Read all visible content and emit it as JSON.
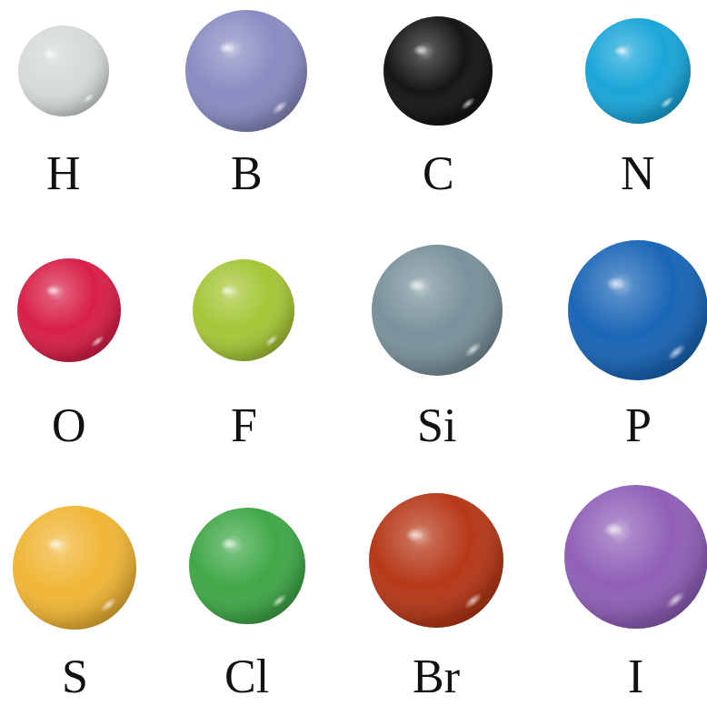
{
  "diagram": {
    "labels": [
      "H",
      "B",
      "C",
      "N",
      "O",
      "F",
      "Si",
      "P",
      "S",
      "Cl",
      "Br",
      "I"
    ]
  }
}
